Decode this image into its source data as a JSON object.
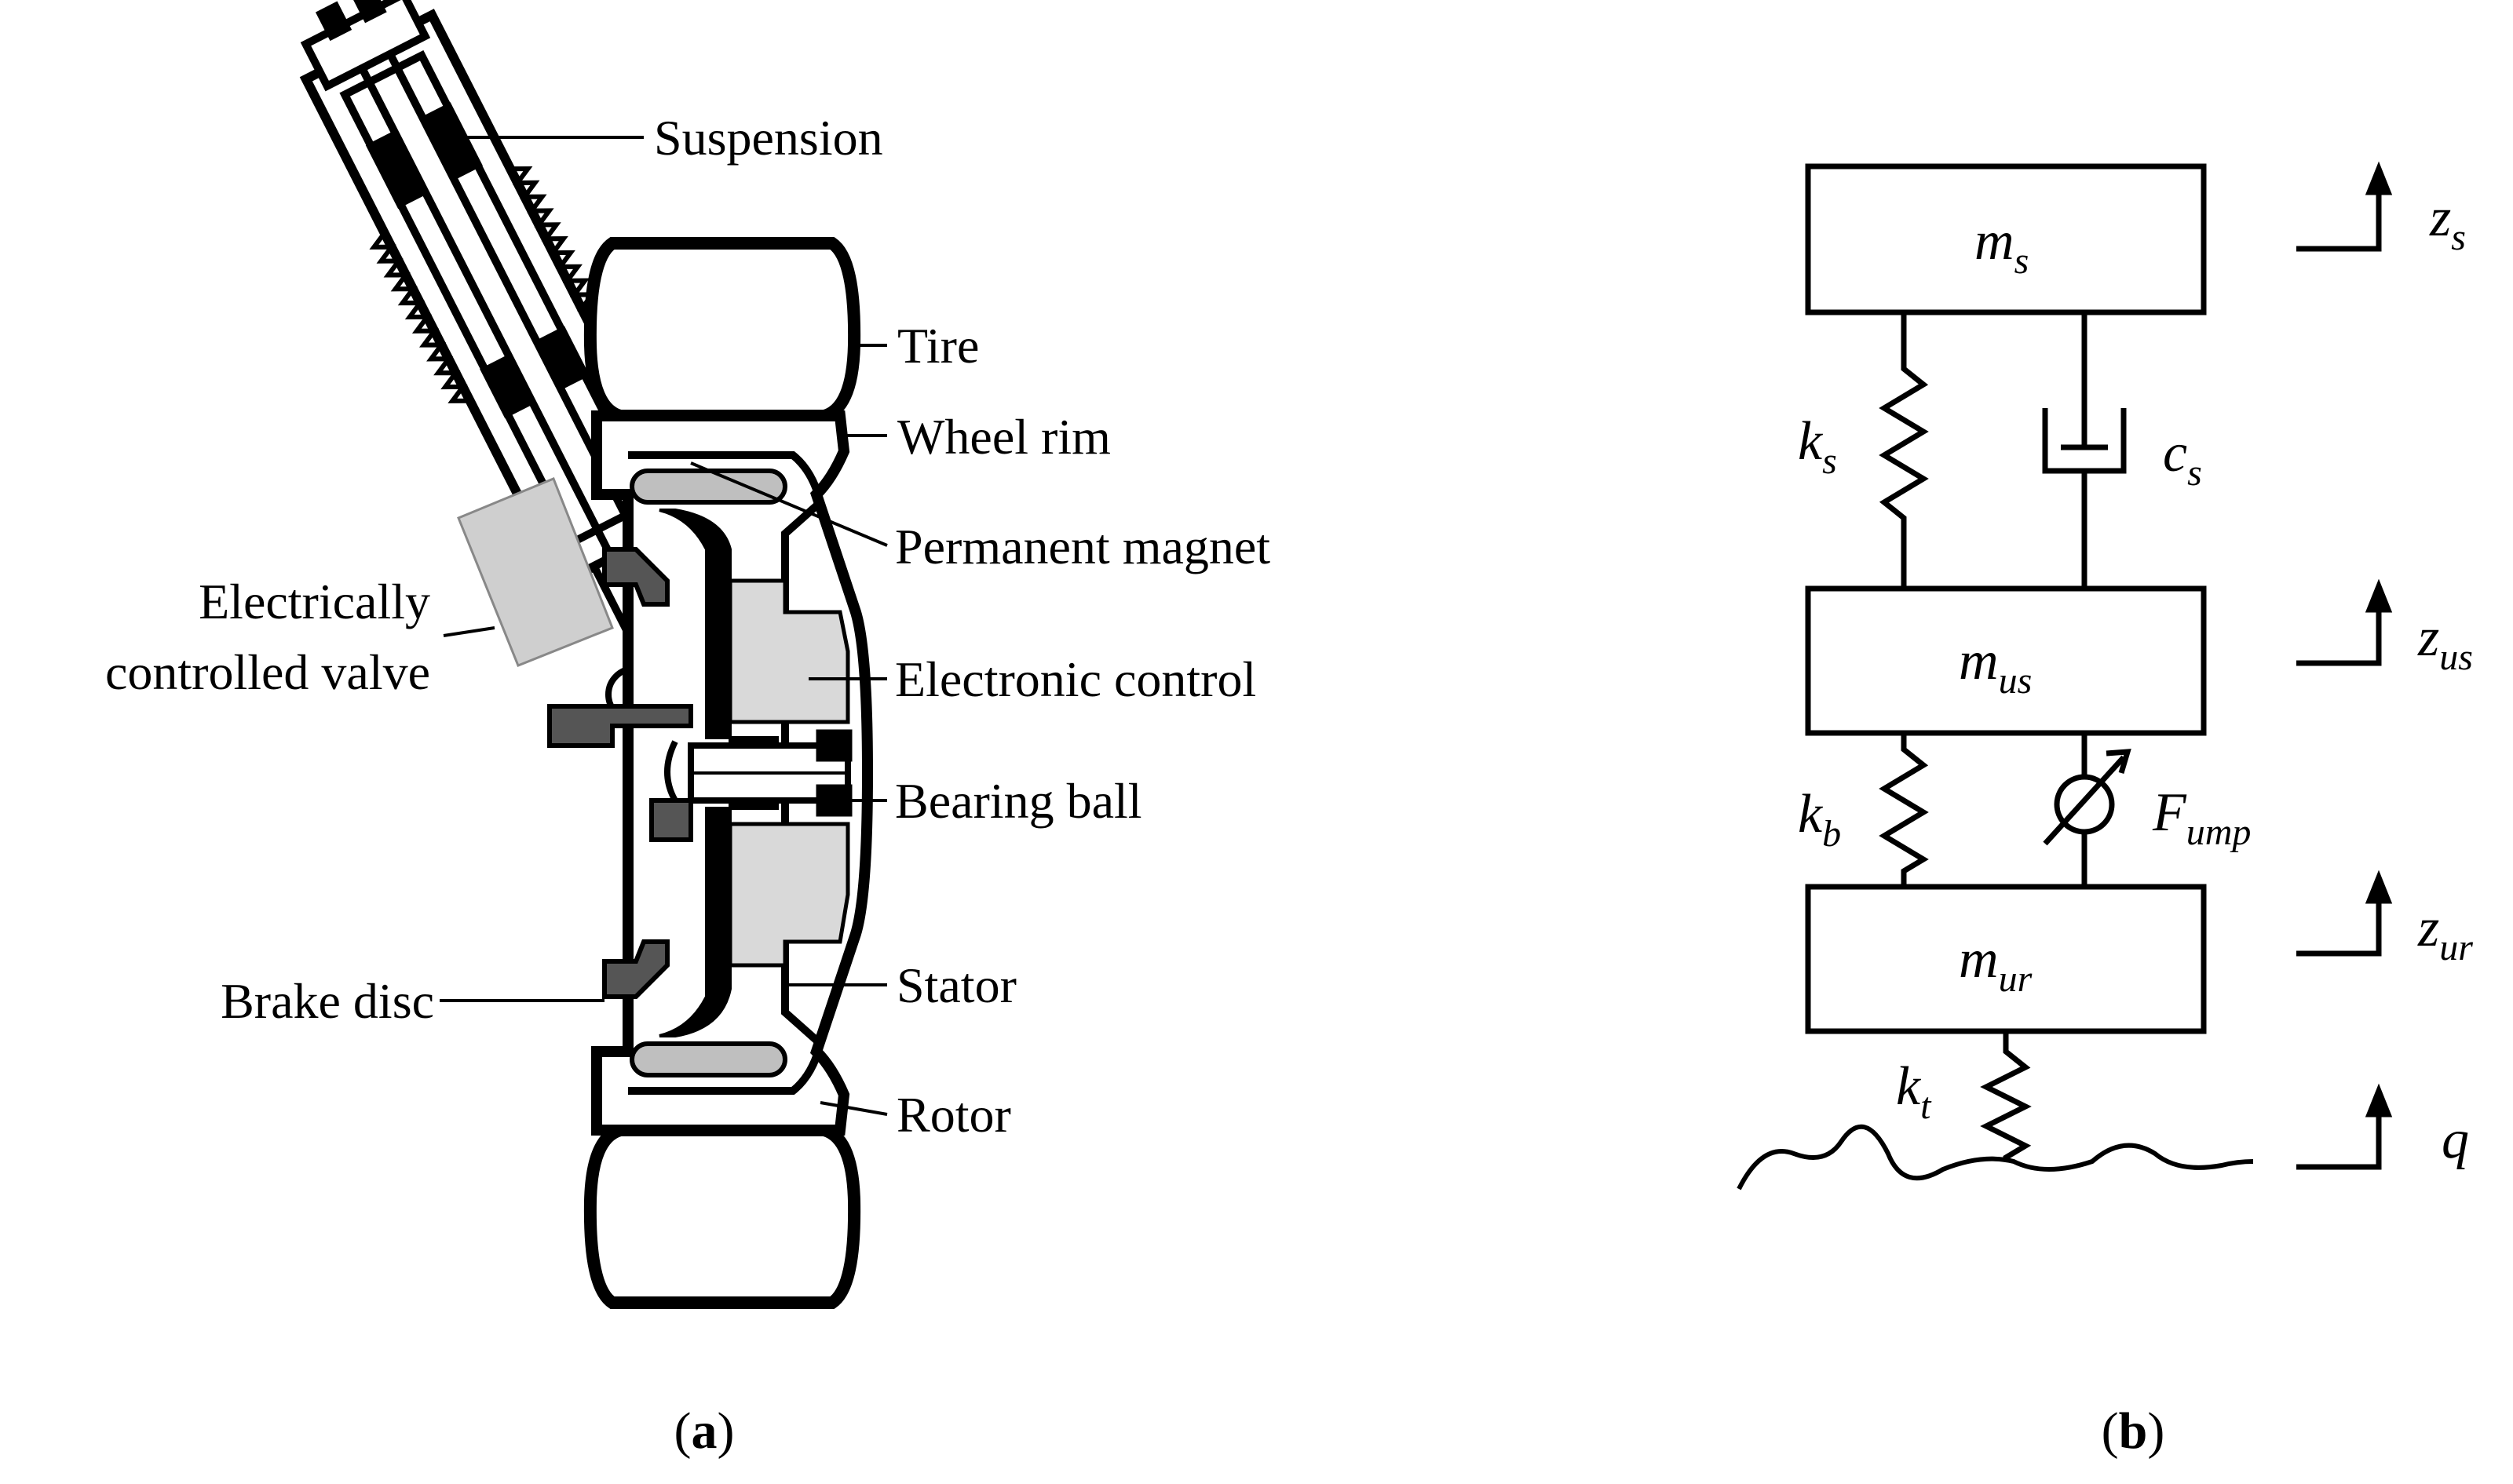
{
  "panel_a": {
    "labels": {
      "suspension": "Suspension",
      "tire": "Tire",
      "wheel_rim": "Wheel rim",
      "permanent_magnet": "Permanent magnet",
      "valve_line1": "Electrically",
      "valve_line2": "controlled valve",
      "electronic_control": "Electronic control",
      "bearing_ball": "Bearing ball",
      "brake_disc": "Brake disc",
      "stator": "Stator",
      "rotor": "Rotor"
    },
    "caption": {
      "open": "(",
      "letter": "a",
      "close": ")"
    }
  },
  "panel_b": {
    "masses": {
      "sprung": {
        "base": "m",
        "sub": "s"
      },
      "unsprung_suspension": {
        "base": "m",
        "sub": "us"
      },
      "unsprung_rim": {
        "base": "m",
        "sub": "ur"
      }
    },
    "elements": {
      "ks": {
        "base": "k",
        "sub": "s"
      },
      "cs": {
        "base": "c",
        "sub": "s"
      },
      "kb": {
        "base": "k",
        "sub": "b"
      },
      "fump": {
        "base": "F",
        "sub": "ump"
      },
      "kt": {
        "base": "k",
        "sub": "t"
      }
    },
    "displacements": {
      "zs": {
        "base": "z",
        "sub": "s"
      },
      "zus": {
        "base": "z",
        "sub": "us"
      },
      "zur": {
        "base": "z",
        "sub": "ur"
      },
      "q": {
        "base": "q",
        "sub": ""
      }
    },
    "caption": {
      "open": "(",
      "letter": "b",
      "close": ")"
    }
  },
  "colors": {
    "ink": "#000000",
    "hub_gray": "#d9d9d9",
    "valve_gray": "#cfcfcf",
    "background": "#ffffff"
  }
}
